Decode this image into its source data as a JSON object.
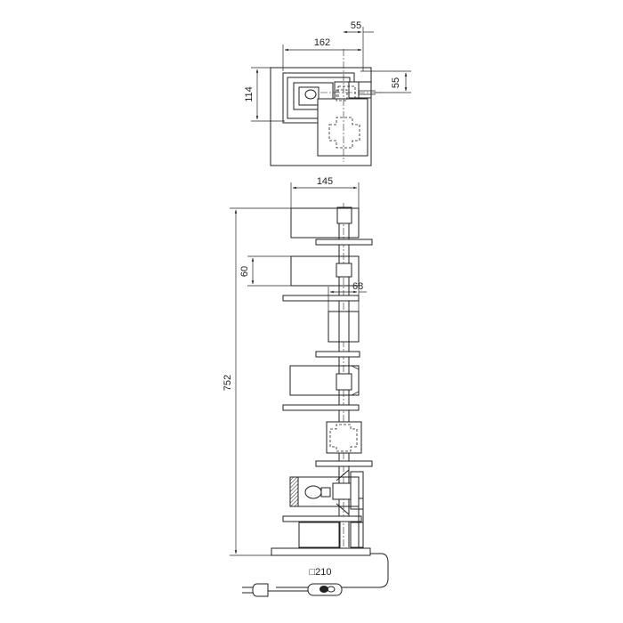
{
  "drawing": {
    "dimensions": {
      "top_width": "162",
      "top_offset": "55",
      "top_height": "114",
      "top_side": "55",
      "front_width": "145",
      "shelf_height": "60",
      "column_width": "68",
      "total_height": "752",
      "base_size": "□210"
    },
    "colors": {
      "line": "#222222",
      "background": "#ffffff"
    }
  }
}
